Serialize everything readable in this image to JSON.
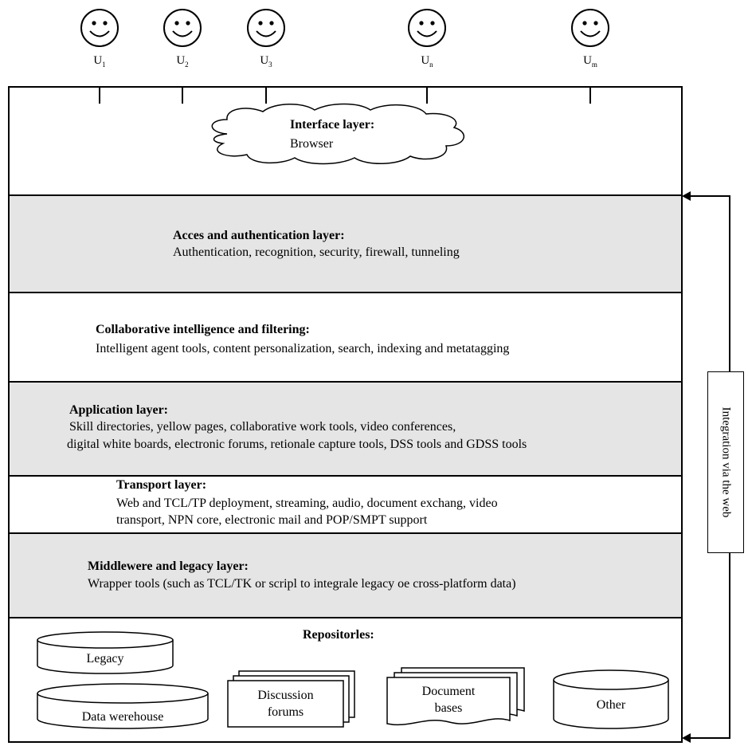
{
  "users": [
    {
      "base": "U",
      "sub": "1"
    },
    {
      "base": "U",
      "sub": "2"
    },
    {
      "base": "U",
      "sub": "3"
    },
    {
      "base": "U",
      "sub": "n"
    },
    {
      "base": "U",
      "sub": "m"
    }
  ],
  "interface": {
    "title": "Interface layer:",
    "text": "Browser"
  },
  "access": {
    "title": "Acces and authentication layer:",
    "text": "Authentication, recognition, security, firewall, tunneling"
  },
  "collab": {
    "title": "Collaborative intelligence and filtering:",
    "text": "Intelligent agent tools, content personalization, search, indexing and metatagging"
  },
  "application": {
    "title": "Application layer:",
    "line1": "Skill directories, yellow pages, collaborative work tools, video conferences,",
    "line2": "digital white boards, electronic forums, retionale capture tools, DSS tools and GDSS tools"
  },
  "transport": {
    "title": "Transport layer:",
    "line1": "Web and TCL/TP deployment, streaming, audio, document exchang, video",
    "line2": "transport, NPN core, electronic mail and POP/SMPT support"
  },
  "middleware": {
    "title": "Middlewere and legacy layer:",
    "text": "Wrapper tools (such as TCL/TK or scripl to integrale legacy oe cross-platform data)"
  },
  "repositories": {
    "title": "Repositorles:",
    "legacy": "Legacy",
    "data_warehouse": "Data werehouse",
    "discussion_line1": "Discussion",
    "discussion_line2": "forums",
    "document_line1": "Document",
    "document_line2": "bases",
    "other": "Other"
  },
  "side_label": "Integration via the web",
  "colors": {
    "shaded_layer": "#e5e5e5",
    "line": "#000000"
  }
}
